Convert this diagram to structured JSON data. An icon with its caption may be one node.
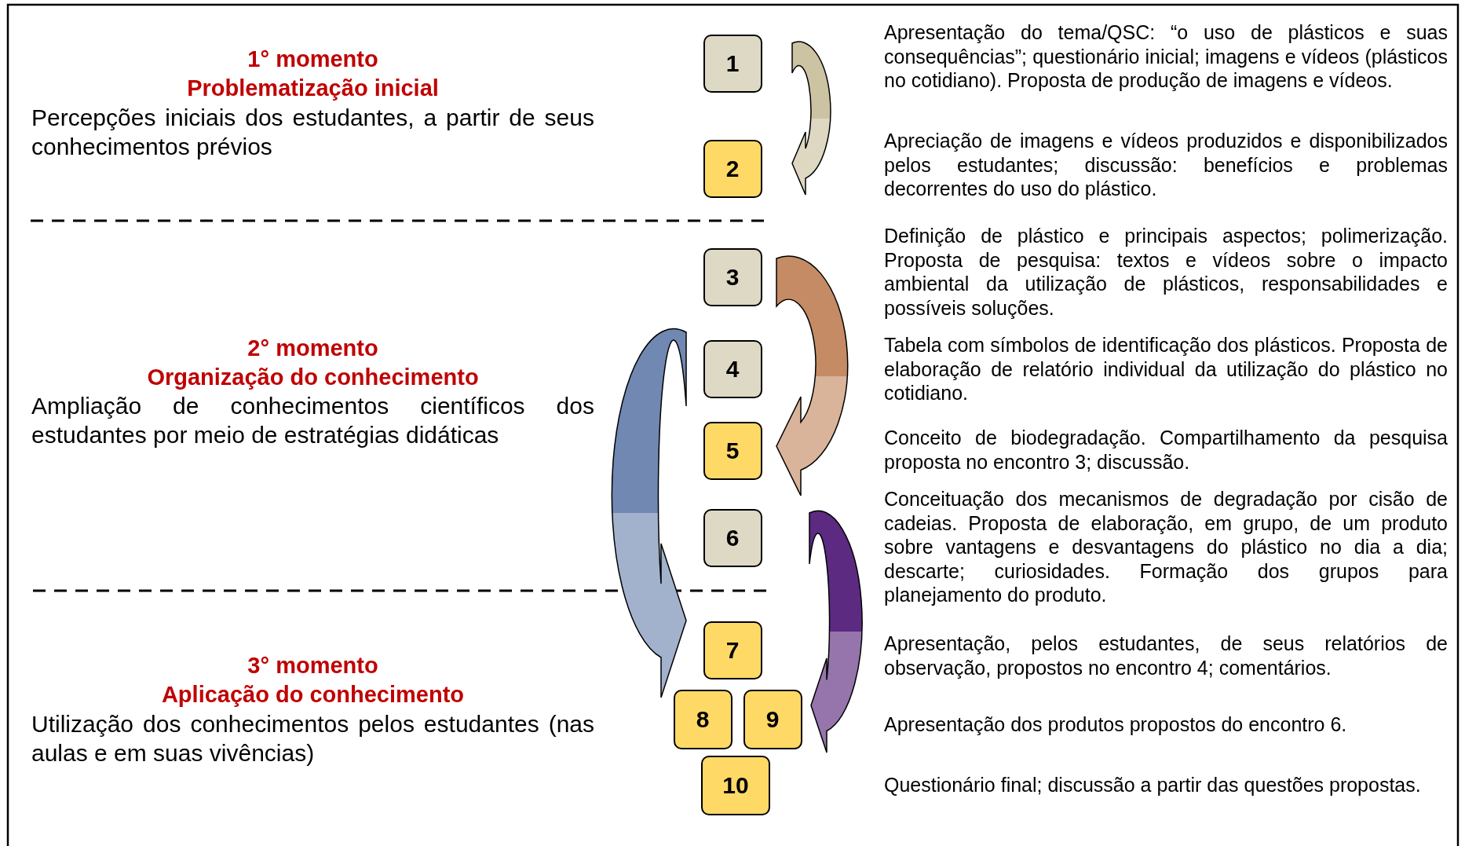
{
  "diagram": {
    "nodes": [
      {
        "text": [
          "1"
        ]
      },
      {
        "text": [
          "2"
        ]
      },
      {
        "text": [
          "3"
        ]
      },
      {
        "text": [
          "4"
        ]
      },
      {
        "text": [
          "5"
        ]
      },
      {
        "text": [
          "6"
        ]
      },
      {
        "text": [
          "7"
        ]
      },
      {
        "text": [
          "8"
        ]
      },
      {
        "text": [
          "9"
        ]
      },
      {
        "text": [
          "10"
        ]
      }
    ],
    "edges": [
      {
        "from": 0,
        "to": 1,
        "arrow": "to",
        "color": "#ccc3a3"
      },
      {
        "from": 2,
        "to": 4,
        "arrow": "to",
        "color": "#c48b65"
      },
      {
        "from": 3,
        "to": 6,
        "arrow": "to",
        "color": "#7088b2"
      },
      {
        "from": 5,
        "to": 8,
        "arrow": "to",
        "color": "#5c2a80"
      }
    ],
    "labels": [
      "1° momento",
      "Problematização inicial",
      "Percepções iniciais dos estudantes, a partir de seus conhecimentos prévios",
      "2° momento",
      "Organização do conhecimento",
      "Ampliação de conhecimentos científicos dos estudantes por meio de estratégias didáticas",
      "3° momento",
      "Aplicação do conhecimento",
      "Utilização dos conhecimentos pelos estudantes (nas aulas e em suas vivências)",
      "Apresentação do tema/QSC: “o uso de plásticos e suas consequências”; questionário inicial; imagens e vídeos (plásticos no cotidiano). Proposta de produção de imagens e vídeos.",
      "Apreciação de imagens e vídeos produzidos e disponibilizados pelos estudantes; discussão: benefícios e problemas decorrentes do uso do plástico.",
      "Definição de plástico e principais aspectos; polimerização. Proposta de pesquisa: textos e vídeos sobre o impacto ambiental da utilização de plásticos, responsabilidades e possíveis soluções.",
      "Tabela com símbolos de identificação dos plásticos. Proposta de elaboração de relatório individual da utilização do plástico no cotidiano.",
      "Conceito de biodegradação. Compartilhamento da pesquisa proposta no encontro 3; discussão.",
      "Conceituação dos mecanismos de degradação por cisão de cadeias. Proposta de elaboração, em grupo, de um produto sobre vantagens e desvantagens do plástico no dia a dia; descarte; curiosidades. Formação dos grupos para planejamento do produto.",
      "Apresentação, pelos estudantes, de seus relatórios de observação, propostos no encontro 4; comentários.",
      "Apresentação dos produtos propostos do encontro 6.",
      "Questionário final; discussão a partir das questões propostas."
    ]
  }
}
